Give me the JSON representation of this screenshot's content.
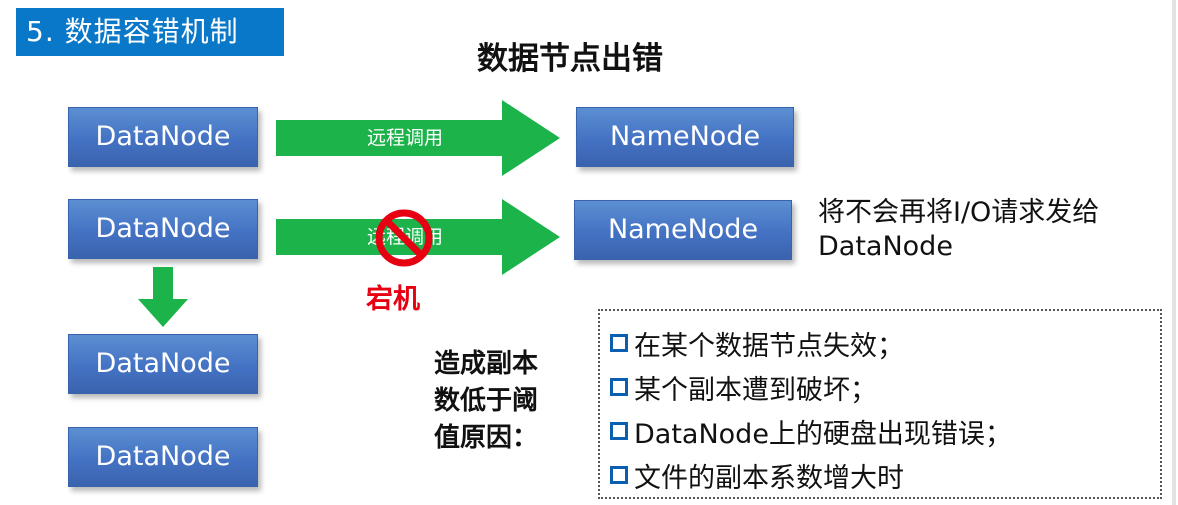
{
  "section_title": "5. 数据容错机制",
  "diagram_title": "数据节点出错",
  "rows": {
    "normal": {
      "source": "DataNode",
      "arrow_label": "远程调用",
      "target": "NameNode"
    },
    "failed": {
      "source": "DataNode",
      "arrow_label": "远程调用",
      "target": "NameNode",
      "crash_label": "宕机",
      "note_line1": "将不会再将I/O请求发给",
      "note_line2": "DataNode"
    }
  },
  "replica_nodes": [
    "DataNode",
    "DataNode"
  ],
  "replica_cause": {
    "line1": "造成副本",
    "line2": "数低于阈",
    "line3": "值原因："
  },
  "reasons": [
    "在某个数据节点失效；",
    "某个副本遭到破坏；",
    "DataNode上的硬盘出现错误；",
    "文件的副本系数增大时"
  ],
  "colors": {
    "title_bar": "#0a78c8",
    "node_blue": "#4472c4",
    "arrow_green": "#1bb34a",
    "crash_red": "#e60012"
  },
  "icons": {
    "no_entry": "prohibited-icon",
    "bullet": "hollow-square-bullet"
  }
}
